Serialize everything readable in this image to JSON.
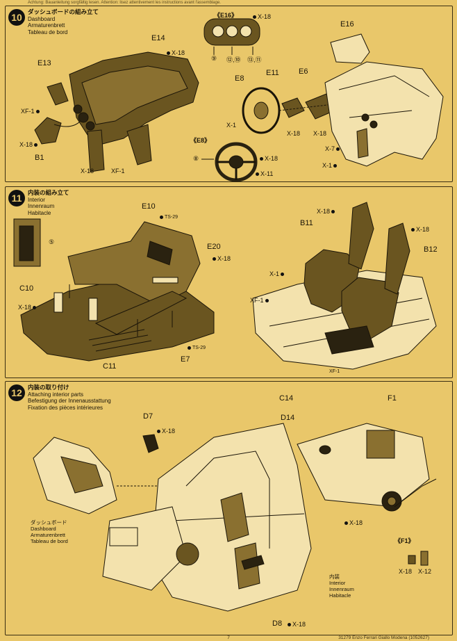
{
  "top_strip": "Achtung: Bauanleitung sorgfältig lesen. Attention: lisez attentivement les instructions avant l'assemblage.",
  "steps": [
    {
      "number": "10",
      "title_jp": "ダッシュボードの組み立て",
      "title_en": "Dashboard",
      "title_de": "Armaturenbrett",
      "title_fr": "Tableau de bord",
      "detail_title": "《E16》",
      "detail_pointers": [
        "⑨",
        "⑫,⑩",
        "⑬,⑪"
      ],
      "detail_e8_title": "《E8》",
      "detail_e8_pointer": "⑧",
      "labels": [
        "E14",
        "E13",
        "E16",
        "E11",
        "E6",
        "E8",
        "B1",
        "X-18",
        "X-18",
        "XF-1",
        "X-18",
        "XF-1",
        "X-18",
        "X-18",
        "X-18",
        "X-7",
        "X-1",
        "X-1",
        "X-18",
        "X-11"
      ]
    },
    {
      "number": "11",
      "title_jp": "内装の組み立て",
      "title_en": "Interior",
      "title_de": "Innenraum",
      "title_fr": "Habitacle",
      "pointer": "⑤",
      "labels": [
        "E10",
        "TS-29",
        "E20",
        "X-18",
        "C10",
        "X-18",
        "C11",
        "E7",
        "TS-29",
        "X-18",
        "B11",
        "X-18",
        "B12",
        "X-1",
        "XF-1",
        "XF-1"
      ]
    },
    {
      "number": "12",
      "title_jp": "内装の取り付け",
      "title_en": "Attaching interior parts",
      "title_de": "Befestigung der Innenausstattung",
      "title_fr": "Fixation des pièces intérieures",
      "dash_jp": "ダッシュボード",
      "dash_en": "Dashboard",
      "dash_de": "Armaturenbrett",
      "dash_fr": "Tableau de bord",
      "int_jp": "内装",
      "int_en": "Interior",
      "int_de": "Innenraum",
      "int_fr": "Habitacle",
      "detail_title": "《F1》",
      "labels": [
        "D7",
        "X-18",
        "C14",
        "D14",
        "F1",
        "X-18",
        "X-18",
        "X-12",
        "D8",
        "X-18"
      ]
    }
  ],
  "footer": {
    "page": "7",
    "code": "31279 Enzo Ferrari Giallo Modena (1052627)"
  }
}
